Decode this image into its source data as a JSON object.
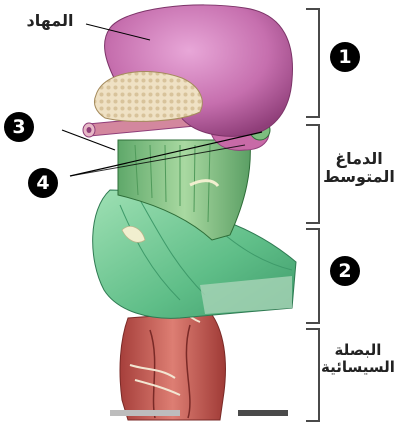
{
  "labels": {
    "thalamus": "المهاد",
    "midbrain_line1": "الدماغ",
    "midbrain_line2": "المتوسط",
    "medulla_line1": "البصلة",
    "medulla_line2": "السيسائية"
  },
  "markers": {
    "m1": "1",
    "m2": "2",
    "m3": "3",
    "m4": "4"
  },
  "colors": {
    "thalamus": "#c66fae",
    "pineal": "#e9d6b2",
    "midbrain": "#88c48a",
    "pons": "#7fcf9e",
    "medulla": "#c45a54",
    "marker_fill": "#000000"
  }
}
